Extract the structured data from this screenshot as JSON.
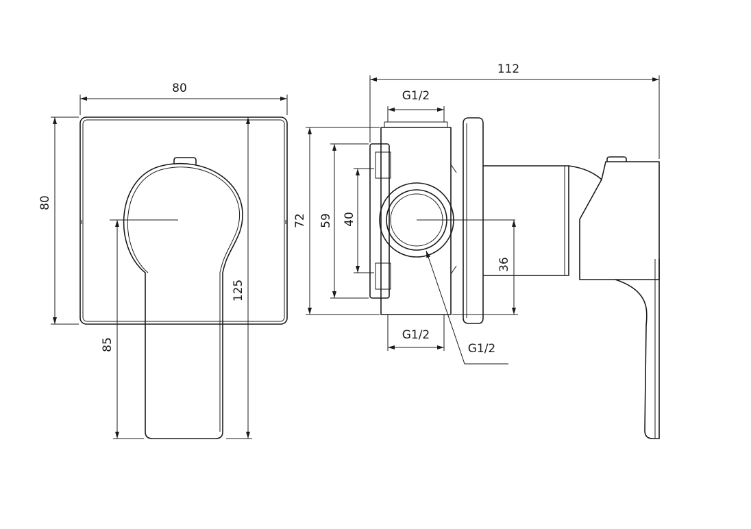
{
  "front_view": {
    "width_dim": "80",
    "height_dim": "80",
    "lever_below_dim": "85",
    "lever_total_dim": "125"
  },
  "side_view": {
    "overall_depth_dim": "112",
    "top_port_dim": "G1/2",
    "bottom_port_dim": "G1/2",
    "front_port_dim": "G1/2",
    "body_height_dim": "72",
    "flange_height_dim": "59",
    "slot_height_dim": "40",
    "port_offset_dim": "36"
  }
}
